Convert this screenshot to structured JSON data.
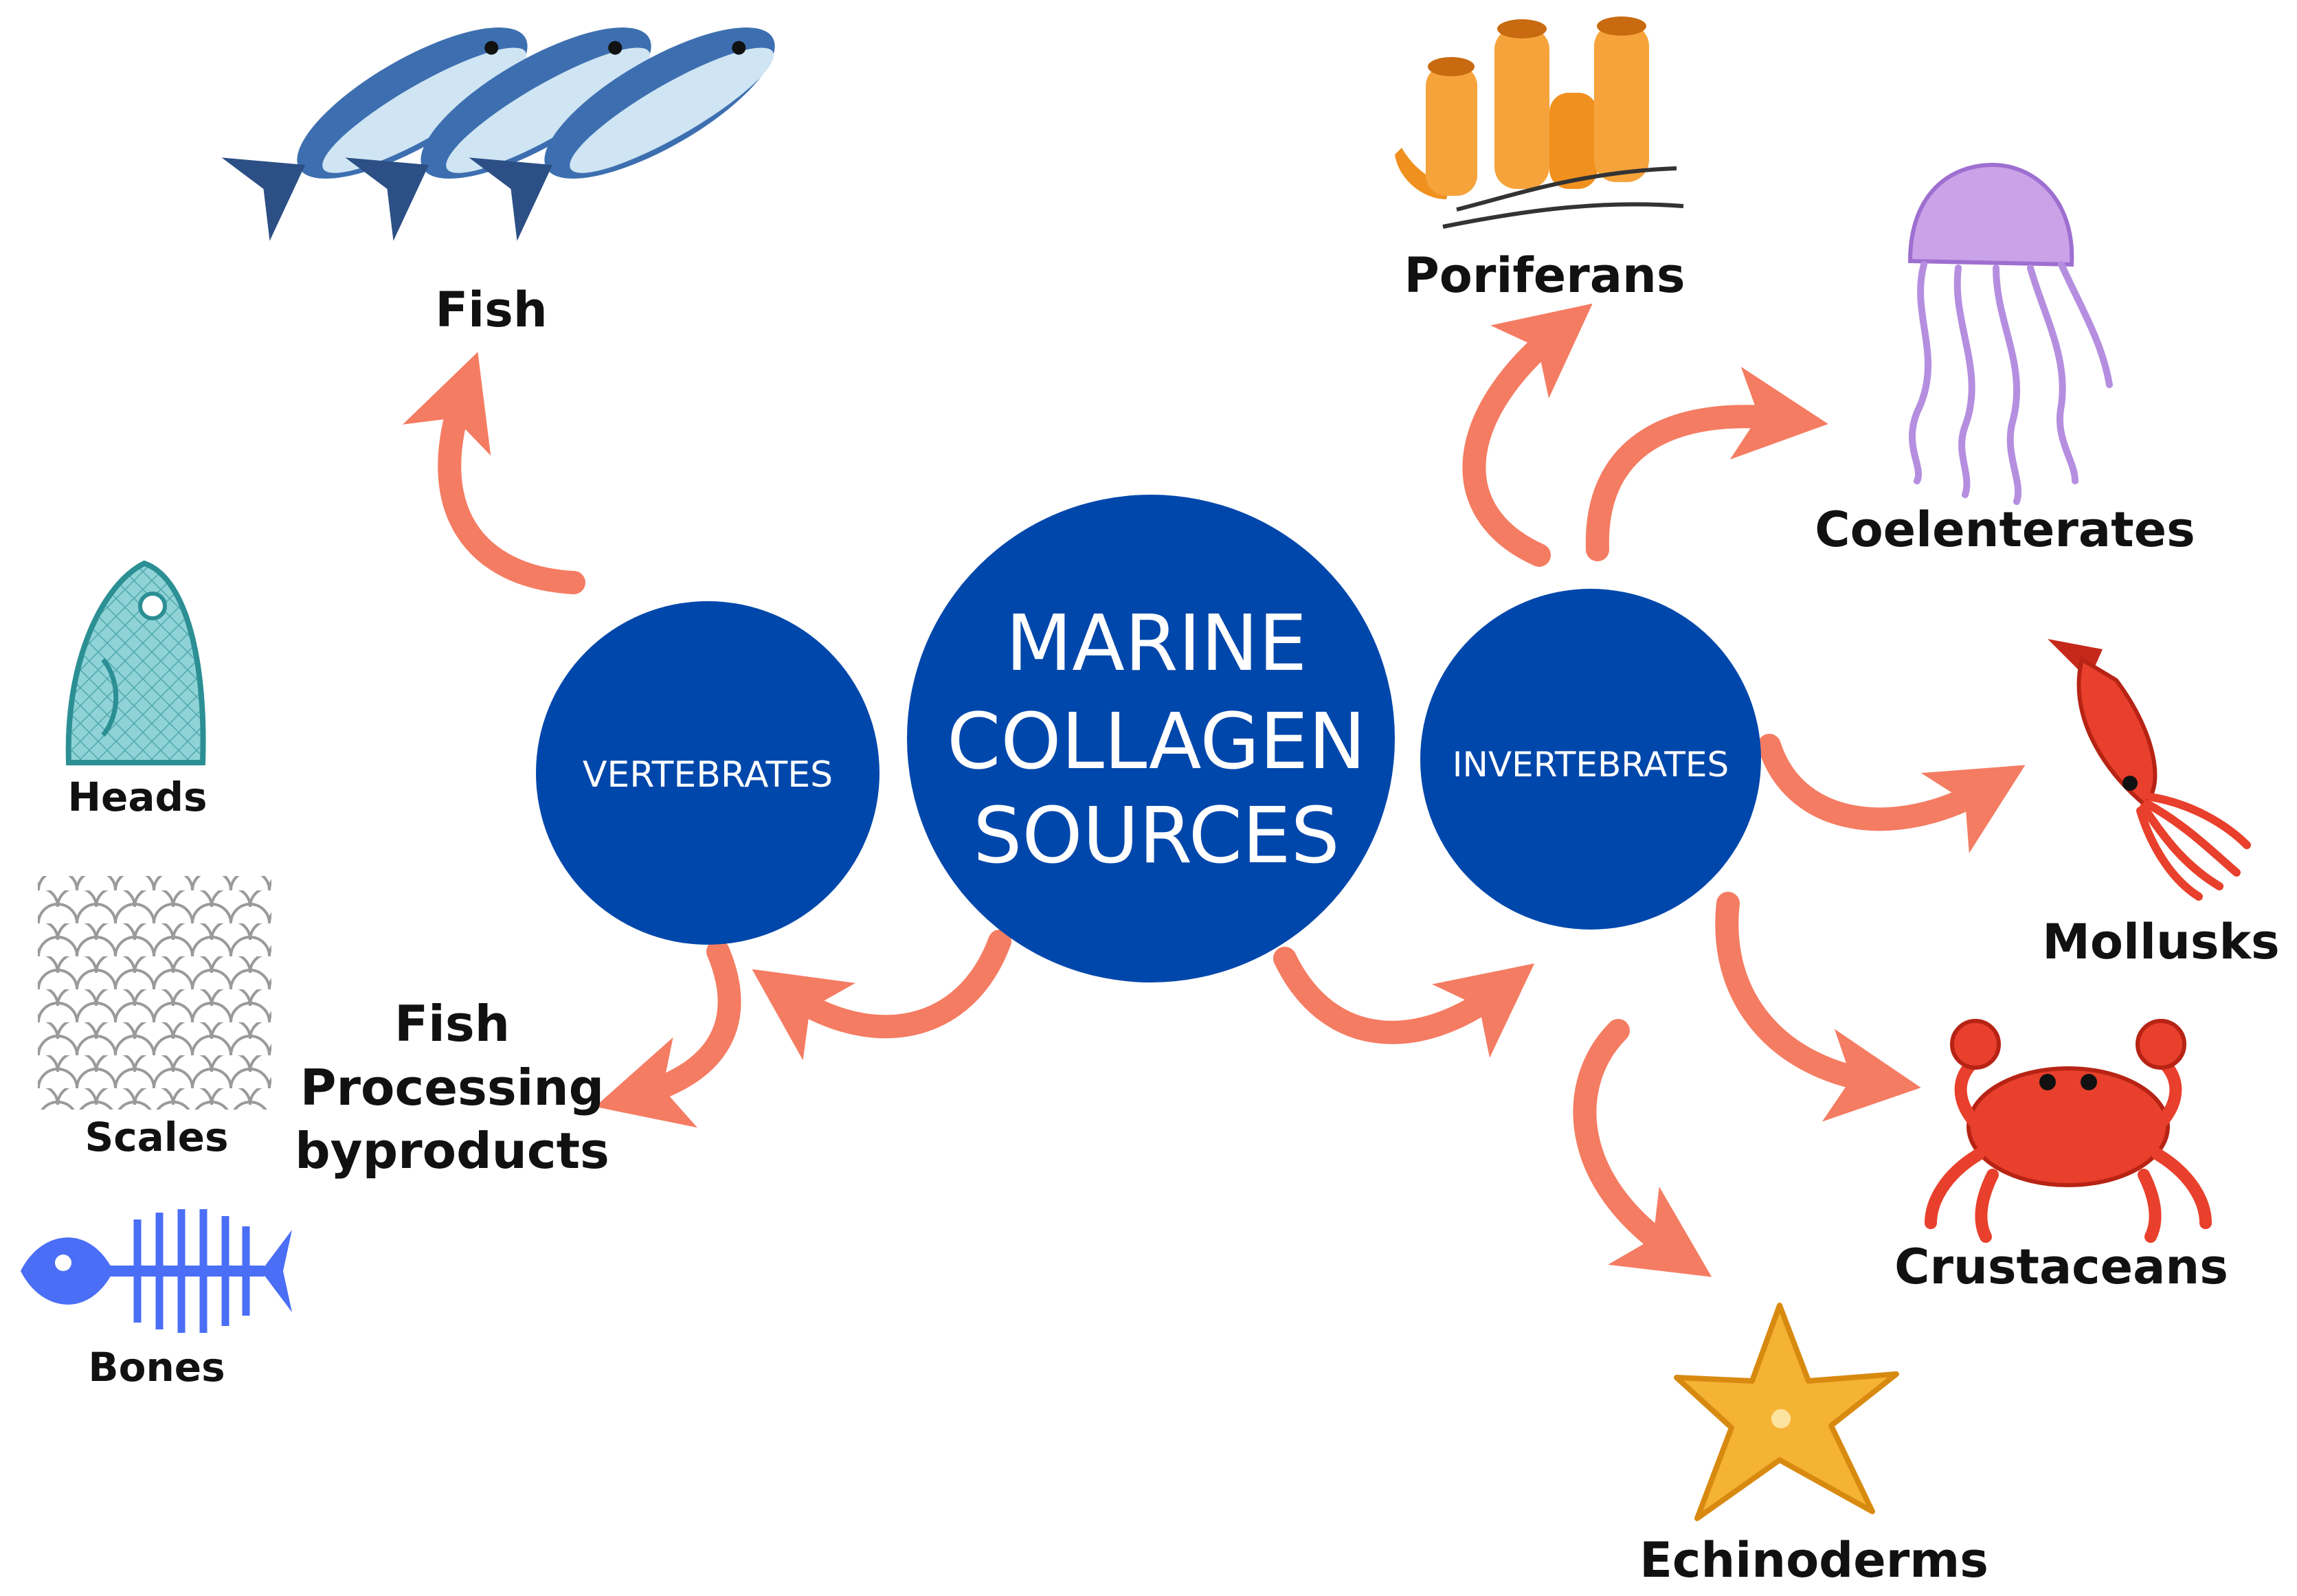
{
  "center": {
    "line1": "MARINE",
    "line2": "COLLAGEN",
    "line3": "SOURCES"
  },
  "vertebrates": {
    "label": "VERTEBRATES"
  },
  "invertebrates": {
    "label": "INVERTEBRATES"
  },
  "vertebrate_sources": {
    "fish": "Fish",
    "byproducts": {
      "line1": "Fish",
      "line2": "Processing",
      "line3": "byproducts"
    },
    "heads": "Heads",
    "scales": "Scales",
    "bones": "Bones"
  },
  "invertebrate_sources": {
    "poriferans": "Poriferans",
    "coelenterates": "Coelenterates",
    "mollusks": "Mollusks",
    "crustaceans": "Crustaceans",
    "echinoderms": "Echinoderms"
  },
  "colors": {
    "hub": "#0047AB",
    "arrow": "#F47C62",
    "text": "#111111"
  },
  "icons": [
    "fish-icon",
    "fish-head-icon",
    "fish-scales-icon",
    "fish-bones-icon",
    "sponge-icon",
    "jellyfish-icon",
    "squid-icon",
    "crab-icon",
    "starfish-icon"
  ]
}
